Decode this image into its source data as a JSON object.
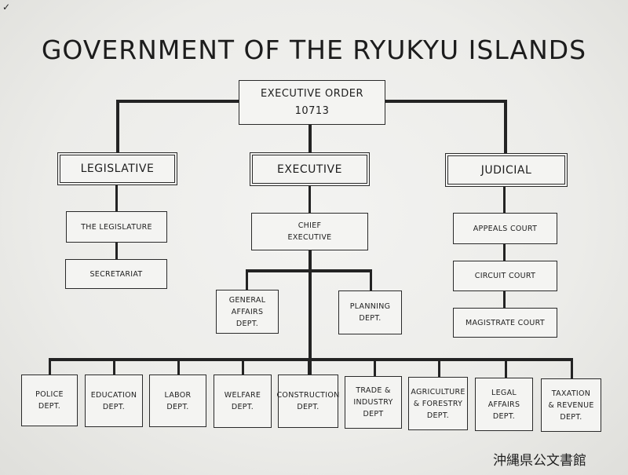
{
  "title": "GOVERNMENT OF THE RYUKYU ISLANDS",
  "executive_order": {
    "line1": "EXECUTIVE ORDER",
    "line2": "10713"
  },
  "branches": {
    "legislative": "LEGISLATIVE",
    "executive": "EXECUTIVE",
    "judicial": "JUDICIAL"
  },
  "legislative_units": {
    "legislature": "THE LEGISLATURE",
    "secretariat": "SECRETARIAT"
  },
  "executive_units": {
    "chief": {
      "line1": "CHIEF",
      "line2": "EXECUTIVE"
    },
    "general_affairs": {
      "line1": "GENERAL",
      "line2": "AFFAIRS",
      "line3": "DEPT."
    },
    "planning": {
      "line1": "PLANNING",
      "line2": "DEPT."
    }
  },
  "judicial_units": {
    "appeals": "APPEALS COURT",
    "circuit": "CIRCUIT COURT",
    "magistrate": "MAGISTRATE COURT"
  },
  "departments": [
    {
      "l1": "POLICE",
      "l2": "DEPT.",
      "l3": ""
    },
    {
      "l1": "EDUCATION",
      "l2": "DEPT.",
      "l3": ""
    },
    {
      "l1": "LABOR",
      "l2": "DEPT.",
      "l3": ""
    },
    {
      "l1": "WELFARE",
      "l2": "DEPT.",
      "l3": ""
    },
    {
      "l1": "CONSTRUCTION",
      "l2": "DEPT.",
      "l3": ""
    },
    {
      "l1": "TRADE &",
      "l2": "INDUSTRY",
      "l3": "DEPT"
    },
    {
      "l1": "AGRICULTURE",
      "l2": "& FORESTRY",
      "l3": "DEPT."
    },
    {
      "l1": "LEGAL",
      "l2": "AFFAIRS",
      "l3": "DEPT."
    },
    {
      "l1": "TAXATION",
      "l2": "& REVENUE",
      "l3": "DEPT."
    }
  ],
  "archive_label": "沖縄県公文書館"
}
